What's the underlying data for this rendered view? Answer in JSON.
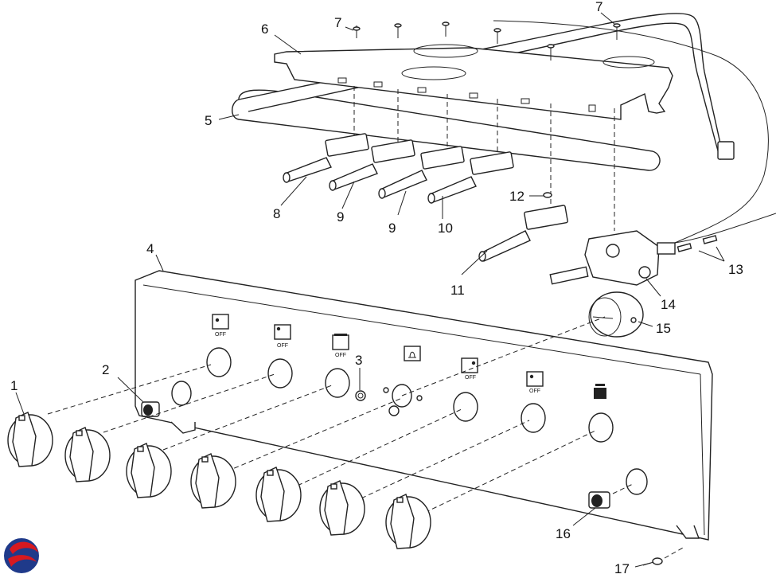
{
  "callouts": [
    {
      "id": "c1",
      "text": "1"
    },
    {
      "id": "c2",
      "text": "2"
    },
    {
      "id": "c3",
      "text": "3"
    },
    {
      "id": "c4",
      "text": "4"
    },
    {
      "id": "c5",
      "text": "5"
    },
    {
      "id": "c6",
      "text": "6"
    },
    {
      "id": "c7a",
      "text": "7"
    },
    {
      "id": "c7b",
      "text": "7"
    },
    {
      "id": "c8",
      "text": "8"
    },
    {
      "id": "c9a",
      "text": "9"
    },
    {
      "id": "c9b",
      "text": "9"
    },
    {
      "id": "c10",
      "text": "10"
    },
    {
      "id": "c11",
      "text": "11"
    },
    {
      "id": "c12",
      "text": "12"
    },
    {
      "id": "c13",
      "text": "13"
    },
    {
      "id": "c14",
      "text": "14"
    },
    {
      "id": "c15",
      "text": "15"
    },
    {
      "id": "c16",
      "text": "16"
    },
    {
      "id": "c17",
      "text": "17"
    }
  ],
  "panel_labels": {
    "off": "OFF"
  },
  "colors": {
    "line": "#222222",
    "logo_blue": "#1f3a8a",
    "logo_red": "#d71920"
  },
  "icons": [
    "bell-icon",
    "burner-indicator-icon",
    "oven-indicator-icon",
    "grill-indicator-icon"
  ]
}
